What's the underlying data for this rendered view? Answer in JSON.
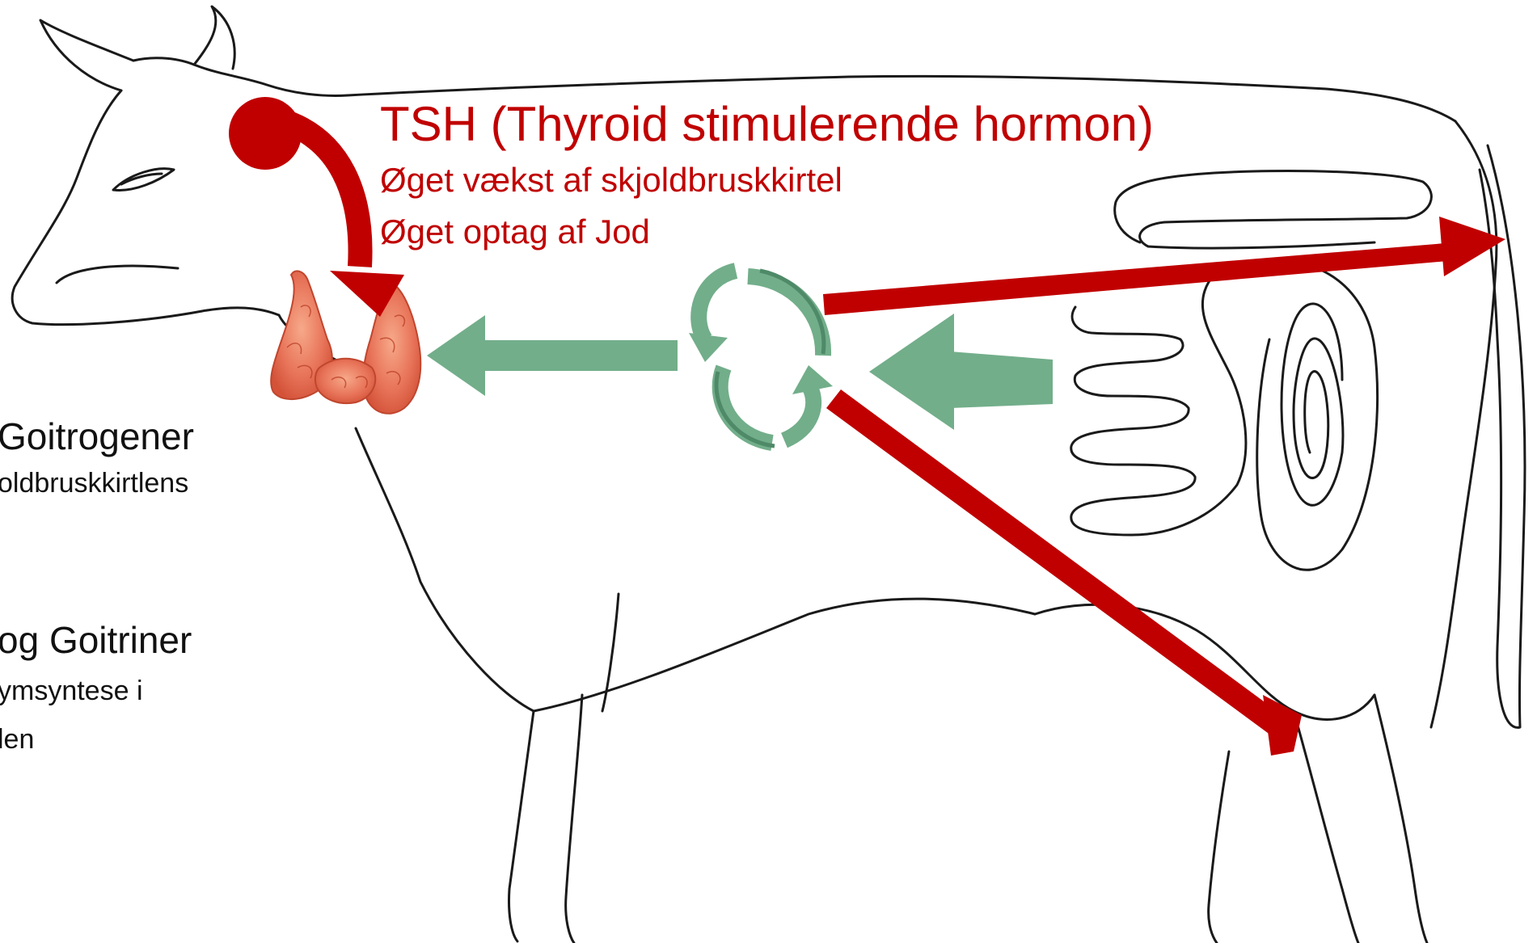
{
  "diagram": {
    "tsh": {
      "title": "TSH (Thyroid stimulerende hormon)",
      "effect_1": "Øget vækst af skjoldbruskkirtel",
      "effect_2": "Øget optag af Jod"
    },
    "left_labels": {
      "goitrogener_heading": "Goitrogener",
      "goitrogener_text": "oldbruskkirtlens",
      "goitriner_heading": "og Goitriner",
      "goitriner_text_1": "ymsyntese i",
      "goitriner_text_2": "len"
    },
    "colors": {
      "hormone_red": "#c00000",
      "cycle_green": "#72ae8a",
      "cycle_green_dark": "#4f8a68",
      "thyroid": "#e8755a",
      "outline": "#1a1a1a"
    }
  }
}
